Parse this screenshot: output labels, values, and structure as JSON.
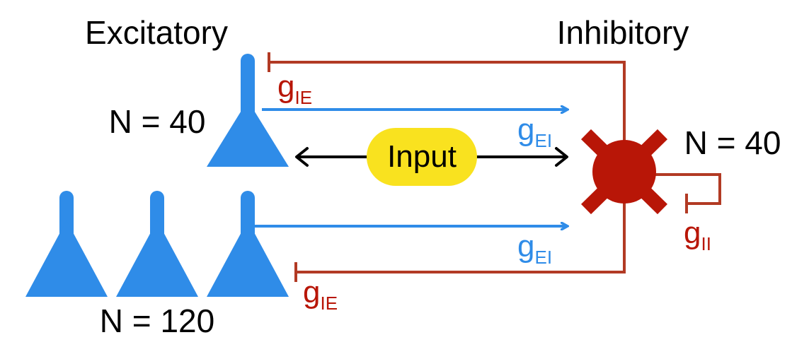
{
  "headings": {
    "excitatory": "Excitatory",
    "inhibitory": "Inhibitory"
  },
  "populations": {
    "excitatory_top_count": "N = 40",
    "excitatory_bottom_count": "N = 120",
    "inhibitory_count": "N = 40"
  },
  "input": {
    "label": "Input"
  },
  "conductances": {
    "ie_top": {
      "base": "g",
      "sub": "IE"
    },
    "ei_top": {
      "base": "g",
      "sub": "EI"
    },
    "ei_bottom": {
      "base": "g",
      "sub": "EI"
    },
    "ie_bottom": {
      "base": "g",
      "sub": "IE"
    },
    "ii": {
      "base": "g",
      "sub": "II"
    }
  },
  "colors": {
    "excitatory": "#2f8ce8",
    "inhibitory": "#b81607",
    "inhibitory_line": "#b23a24",
    "input_fill": "#f9e21f",
    "arrow": "#000000",
    "text": "#000000"
  }
}
